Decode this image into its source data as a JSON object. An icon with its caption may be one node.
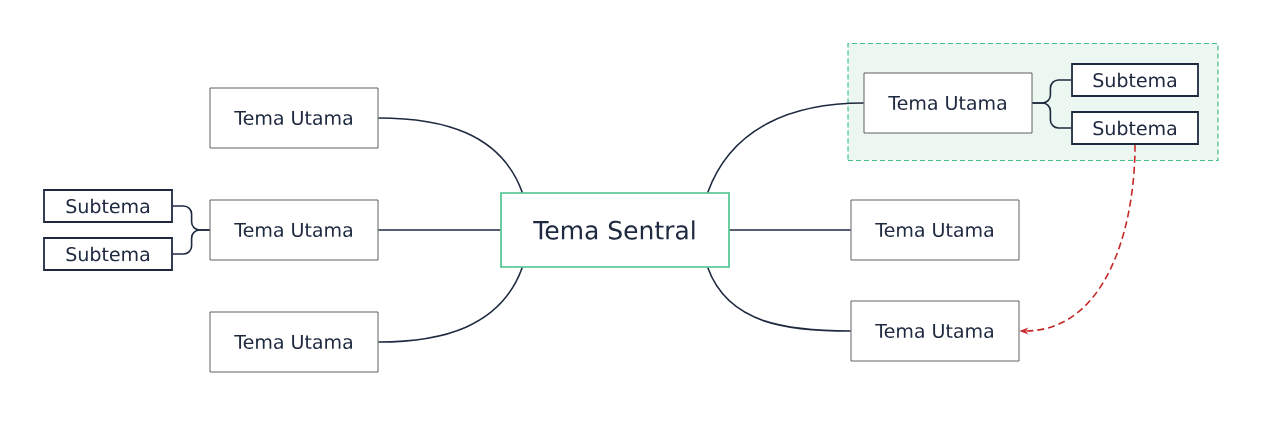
{
  "diagram": {
    "nodes": [
      {
        "text": [
          "Tema Sentral"
        ]
      },
      {
        "text": [
          "Tema Utama"
        ]
      },
      {
        "text": [
          "Tema Utama"
        ]
      },
      {
        "text": [
          "Tema Utama"
        ]
      },
      {
        "text": [
          "Subtema"
        ]
      },
      {
        "text": [
          "Subtema"
        ]
      },
      {
        "text": [],
        "shape": "box"
      },
      {
        "text": [
          "Tema Utama"
        ],
        "in": 6
      },
      {
        "text": [
          "Subtema"
        ],
        "in": 6
      },
      {
        "text": [
          "Subtema"
        ],
        "in": 6
      },
      {
        "text": [
          "Tema Utama"
        ]
      },
      {
        "text": [
          "Tema Utama"
        ]
      }
    ],
    "edges": [
      {
        "from": 0,
        "to": 1,
        "arrow": "none"
      },
      {
        "from": 0,
        "to": 2,
        "arrow": "none"
      },
      {
        "from": 0,
        "to": 3,
        "arrow": "none"
      },
      {
        "from": 2,
        "to": 4,
        "arrow": "none"
      },
      {
        "from": 2,
        "to": 5,
        "arrow": "none"
      },
      {
        "from": 0,
        "to": 7,
        "arrow": "none"
      },
      {
        "from": 7,
        "to": 8,
        "arrow": "none"
      },
      {
        "from": 7,
        "to": 9,
        "arrow": "none"
      },
      {
        "from": 0,
        "to": 10,
        "arrow": "none"
      },
      {
        "from": 0,
        "to": 11,
        "arrow": "none"
      },
      {
        "from": 9,
        "to": 11,
        "arrow": "to",
        "style": "dashed",
        "color": "#c62828"
      }
    ]
  }
}
